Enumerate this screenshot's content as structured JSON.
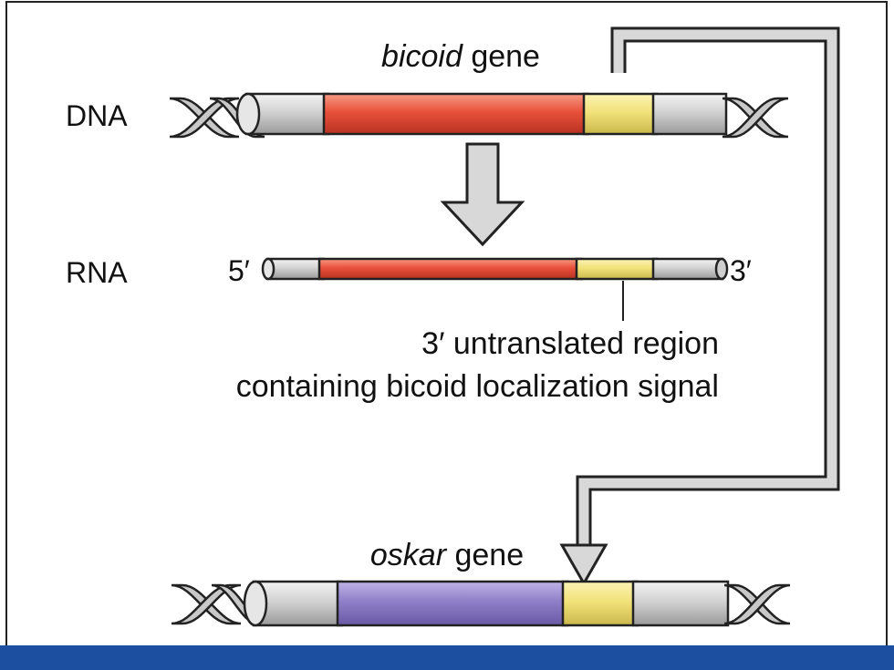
{
  "labels": {
    "bicoid_gene_name": "bicoid",
    "bicoid_gene_suffix": " gene",
    "dna_label": "DNA",
    "rna_label": "RNA",
    "five_prime": "5′",
    "three_prime": "3′",
    "utr_line1": "3′ untranslated region",
    "utr_line2": "containing bicoid localization signal",
    "oskar_gene_name": "oskar",
    "oskar_gene_suffix": " gene"
  },
  "colors": {
    "coding_bicoid": "#e8503a",
    "coding_oskar": "#8f7fc8",
    "utr": "#f2e27a",
    "flank": "#cfcfcf",
    "arrow": "#d8d8d8",
    "border_blue": "#1d4fa0"
  }
}
